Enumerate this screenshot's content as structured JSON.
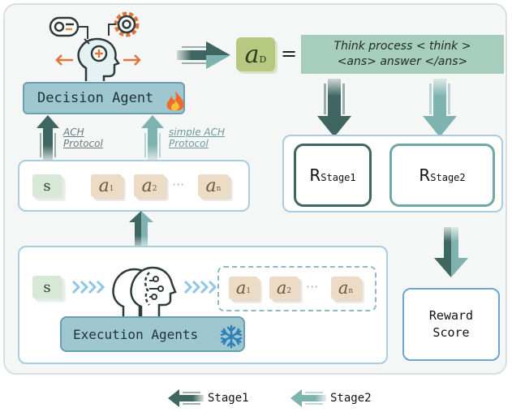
{
  "decision_agent": {
    "label": "Decision Agent",
    "icon": "fire-icon"
  },
  "execution_agents": {
    "label": "Execution Agents",
    "icon": "snowflake-icon"
  },
  "protocols": {
    "stage1": "ACH\nProtocol",
    "stage2": "simple ACH\nProtocol"
  },
  "tokens": {
    "state": "s",
    "actions": [
      {
        "sym": "a",
        "sub": "1"
      },
      {
        "sym": "a",
        "sub": "2"
      },
      {
        "sym": "a",
        "sub": "n"
      }
    ],
    "ellipsis": "···"
  },
  "output": {
    "symbol": "a",
    "subscript": "D",
    "equals": "=",
    "think_line1": "Think process < think >",
    "think_line2": "<ans> answer </ans>"
  },
  "rewards": {
    "r1": {
      "R": "R",
      "sub": "Stage1"
    },
    "r2": {
      "R": "R",
      "sub": "Stage2"
    },
    "score_line1": "Reward",
    "score_line2": "Score"
  },
  "legend": {
    "stage1": "Stage1",
    "stage2": "Stage2",
    "stage1_color": "#3f6660",
    "stage2_color": "#7fb3b0"
  }
}
